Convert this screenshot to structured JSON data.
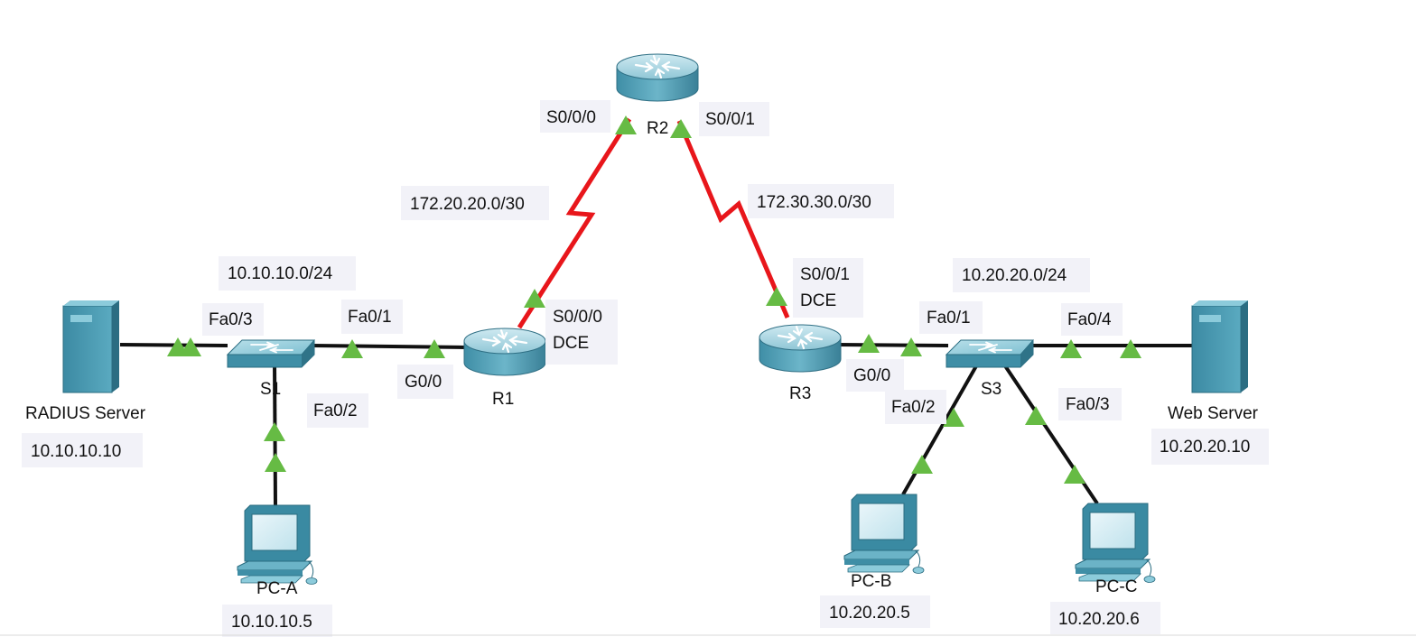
{
  "colors": {
    "ethernet": "#111111",
    "serial": "#e8161b",
    "link_up": "#66bb44",
    "device_body": "#4a9db4",
    "device_dark": "#2c6f85",
    "device_light": "#a8d6e2",
    "label_bg": "#f2f2f8"
  },
  "icons": {
    "router": "router-icon",
    "switch": "switch-icon",
    "server": "server-icon",
    "pc": "pc-icon",
    "link_light": "link-up-triangle-icon"
  },
  "networks": {
    "r1_r2": "172.20.20.0/30",
    "r2_r3": "172.30.30.0/30",
    "lan_s1": "10.10.10.0/24",
    "lan_s3": "10.20.20.0/24"
  },
  "devices": {
    "r1": {
      "name": "R1"
    },
    "r2": {
      "name": "R2"
    },
    "r3": {
      "name": "R3"
    },
    "s1": {
      "name": "S1"
    },
    "s3": {
      "name": "S3"
    },
    "radius": {
      "name": "RADIUS Server",
      "ip": "10.10.10.10"
    },
    "web": {
      "name": "Web Server",
      "ip": "10.20.20.10"
    },
    "pca": {
      "name": "PC-A",
      "ip": "10.10.10.5"
    },
    "pcb": {
      "name": "PC-B",
      "ip": "10.20.20.5"
    },
    "pcc": {
      "name": "PC-C",
      "ip": "10.20.20.6"
    }
  },
  "interfaces": {
    "r2_s000": "S0/0/0",
    "r2_s001": "S0/0/1",
    "r1_s000": "S0/0/0",
    "r1_dce": "DCE",
    "r1_g00": "G0/0",
    "r3_s001": "S0/0/1",
    "r3_dce": "DCE",
    "r3_g00": "G0/0",
    "s1_fa03": "Fa0/3",
    "s1_fa01": "Fa0/1",
    "s1_fa02": "Fa0/2",
    "s3_fa01": "Fa0/1",
    "s3_fa04": "Fa0/4",
    "s3_fa02": "Fa0/2",
    "s3_fa03": "Fa0/3"
  }
}
